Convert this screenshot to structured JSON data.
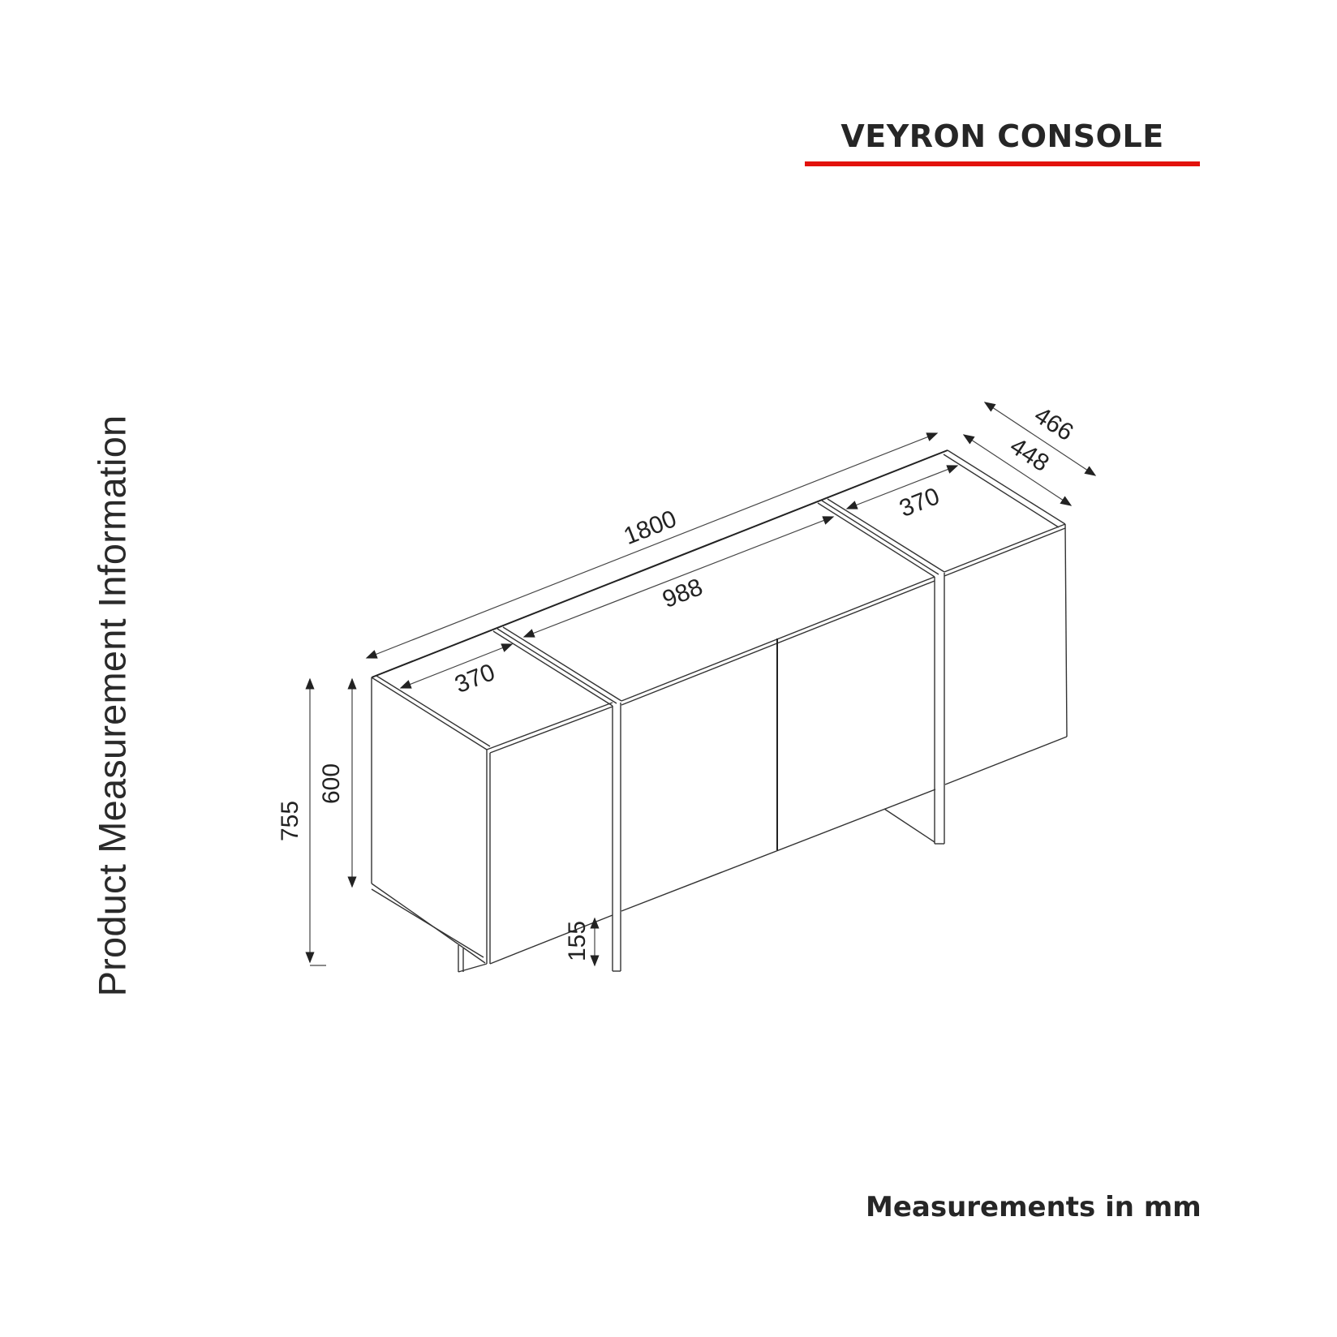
{
  "header": {
    "title": "VEYRON CONSOLE",
    "accent_color": "#e3120b"
  },
  "side_label": "Product Measurement Information",
  "footer": {
    "units_note": "Measurements in mm"
  },
  "dimensions": {
    "total_width": "1800",
    "center_section_width": "988",
    "left_section_width": "370",
    "right_section_width": "370",
    "body_depth": "448",
    "top_depth": "466",
    "total_height": "755",
    "body_height": "600",
    "leg_height": "155"
  }
}
